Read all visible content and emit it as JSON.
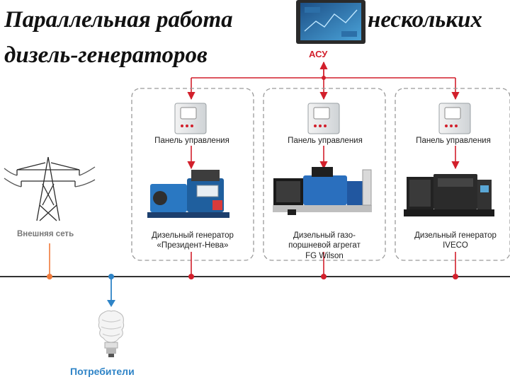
{
  "title_line1_left": "Параллельная работа",
  "title_line1_right": "нескольких",
  "title_line2": "дизель-генераторов",
  "asu_label": "АСУ",
  "grid_label": "Внешняя сеть",
  "consumers_label": "Потребители",
  "units": [
    {
      "panel_label": "Панель управления",
      "gen_line1": "Дизельный генератор",
      "gen_line2": "«Президент-Нева»",
      "gen_line3": ""
    },
    {
      "panel_label": "Панель управления",
      "gen_line1": "Дизельный газо-",
      "gen_line2": "поршневой агрегат",
      "gen_line3": "FG Wilson"
    },
    {
      "panel_label": "Панель управления",
      "gen_line1": "Дизельный генератор",
      "gen_line2": "IVECO",
      "gen_line3": ""
    }
  ],
  "colors": {
    "control_line": "#d21f2b",
    "grid_tap": "#f07a3a",
    "consumer_tap": "#2f84c7",
    "bus": "#333333"
  }
}
